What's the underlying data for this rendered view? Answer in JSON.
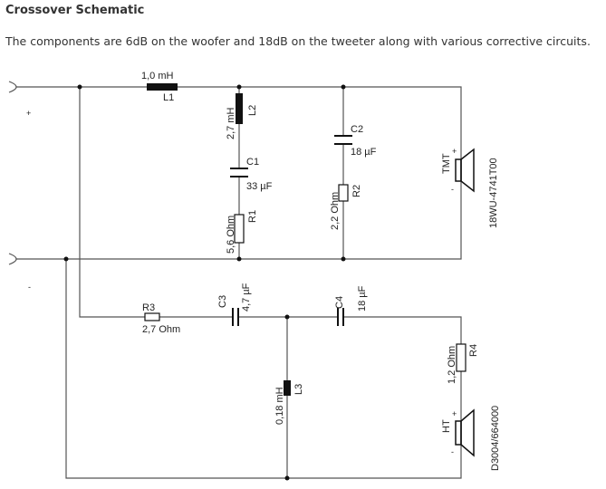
{
  "heading": "Crossover Schematic",
  "description": "The components are 6dB on the woofer and 18dB on the tweeter along with various corrective circuits.",
  "schematic": {
    "input": {
      "plus": "+",
      "minus": "-"
    },
    "components": {
      "L1": {
        "ref": "L1",
        "value": "1,0 mH"
      },
      "L2": {
        "ref": "L2",
        "value": "2,7 mH"
      },
      "C1": {
        "ref": "C1",
        "value": "33 µF"
      },
      "R1": {
        "ref": "R1",
        "value": "5,6 Ohm"
      },
      "C2": {
        "ref": "C2",
        "value": "18 µF"
      },
      "R2": {
        "ref": "R2",
        "value": "2,2 Ohm"
      },
      "R3": {
        "ref": "R3",
        "value": "2,7 Ohm"
      },
      "C3": {
        "ref": "C3",
        "value": "4,7 µF"
      },
      "C4": {
        "ref": "C4",
        "value": "18 µF"
      },
      "L3": {
        "ref": "L3",
        "value": "0,18 mH"
      },
      "R4": {
        "ref": "R4",
        "value": "1,2 Ohm"
      }
    },
    "woofer": {
      "ref": "TMT",
      "model": "18WU-4741T00",
      "plus": "+",
      "minus": "-"
    },
    "tweeter": {
      "ref": "HT",
      "model": "D3004/664000",
      "plus": "+",
      "minus": "-"
    },
    "colors": {
      "wire": "#555555",
      "component": "#111111"
    }
  }
}
